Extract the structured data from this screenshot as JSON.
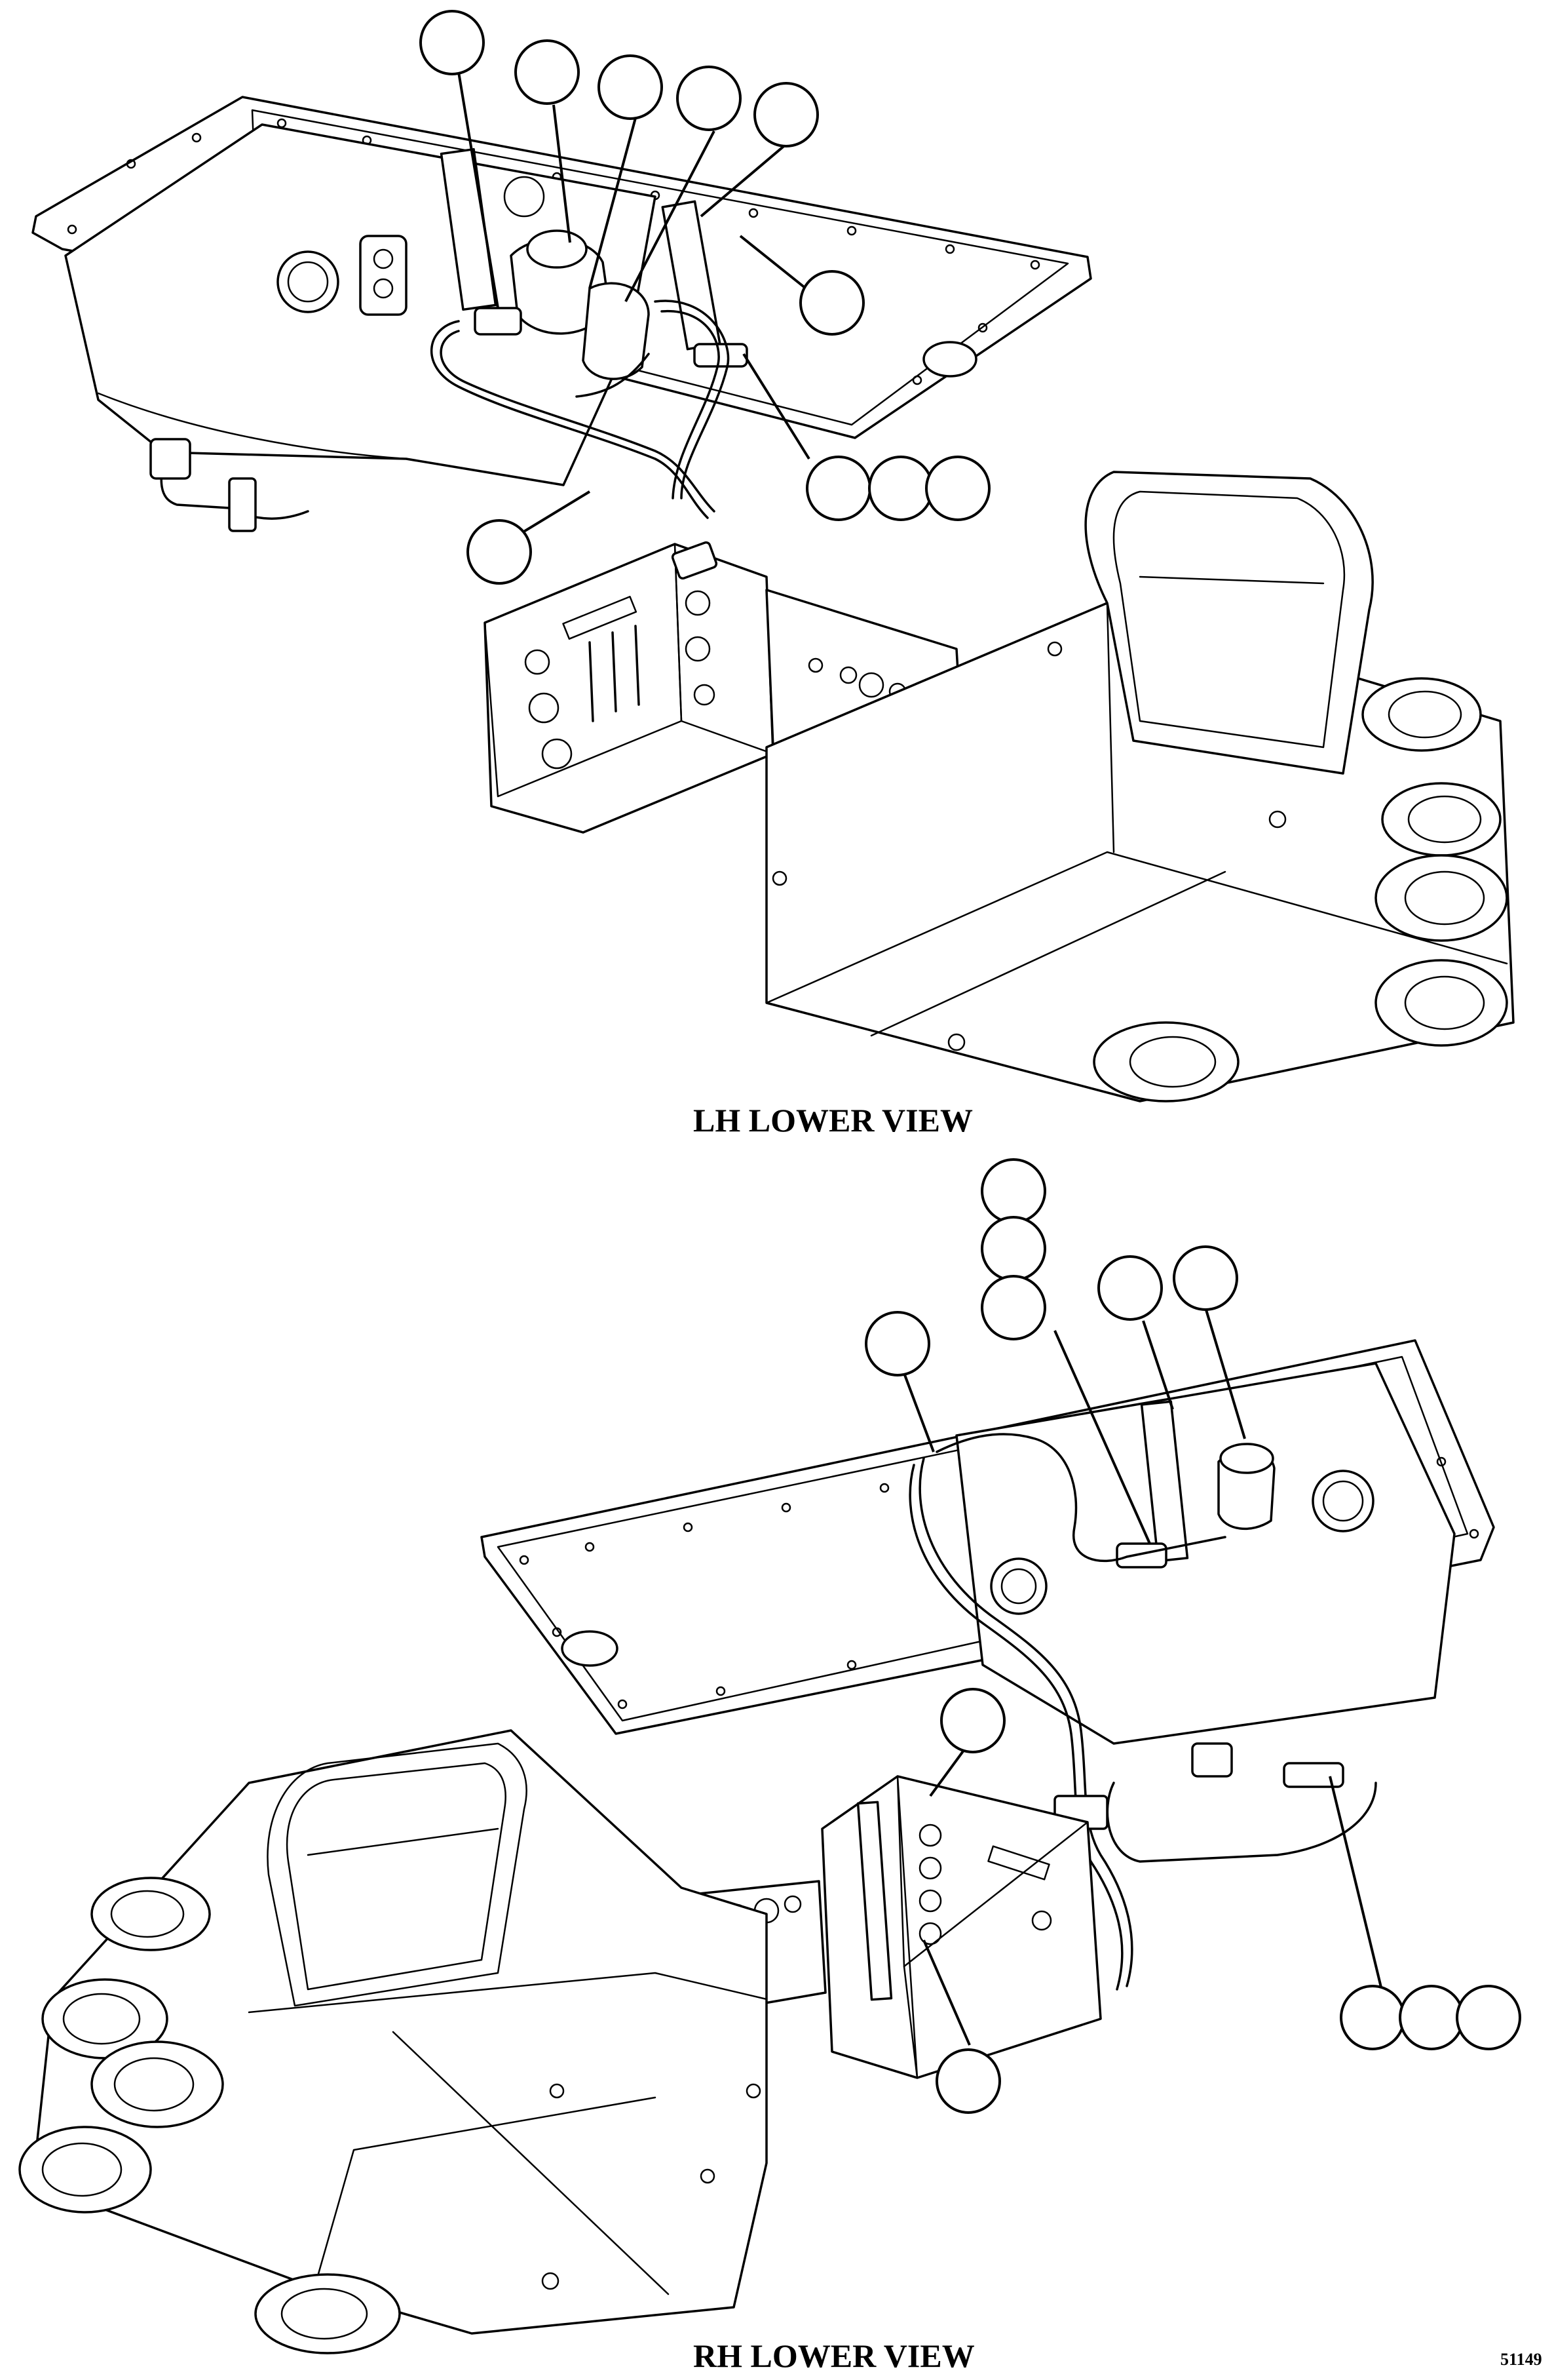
{
  "views": {
    "lh_title": "LH LOWER VIEW",
    "rh_title": "RH LOWER VIEW"
  },
  "figure_number": "51149",
  "callout_count": 21
}
